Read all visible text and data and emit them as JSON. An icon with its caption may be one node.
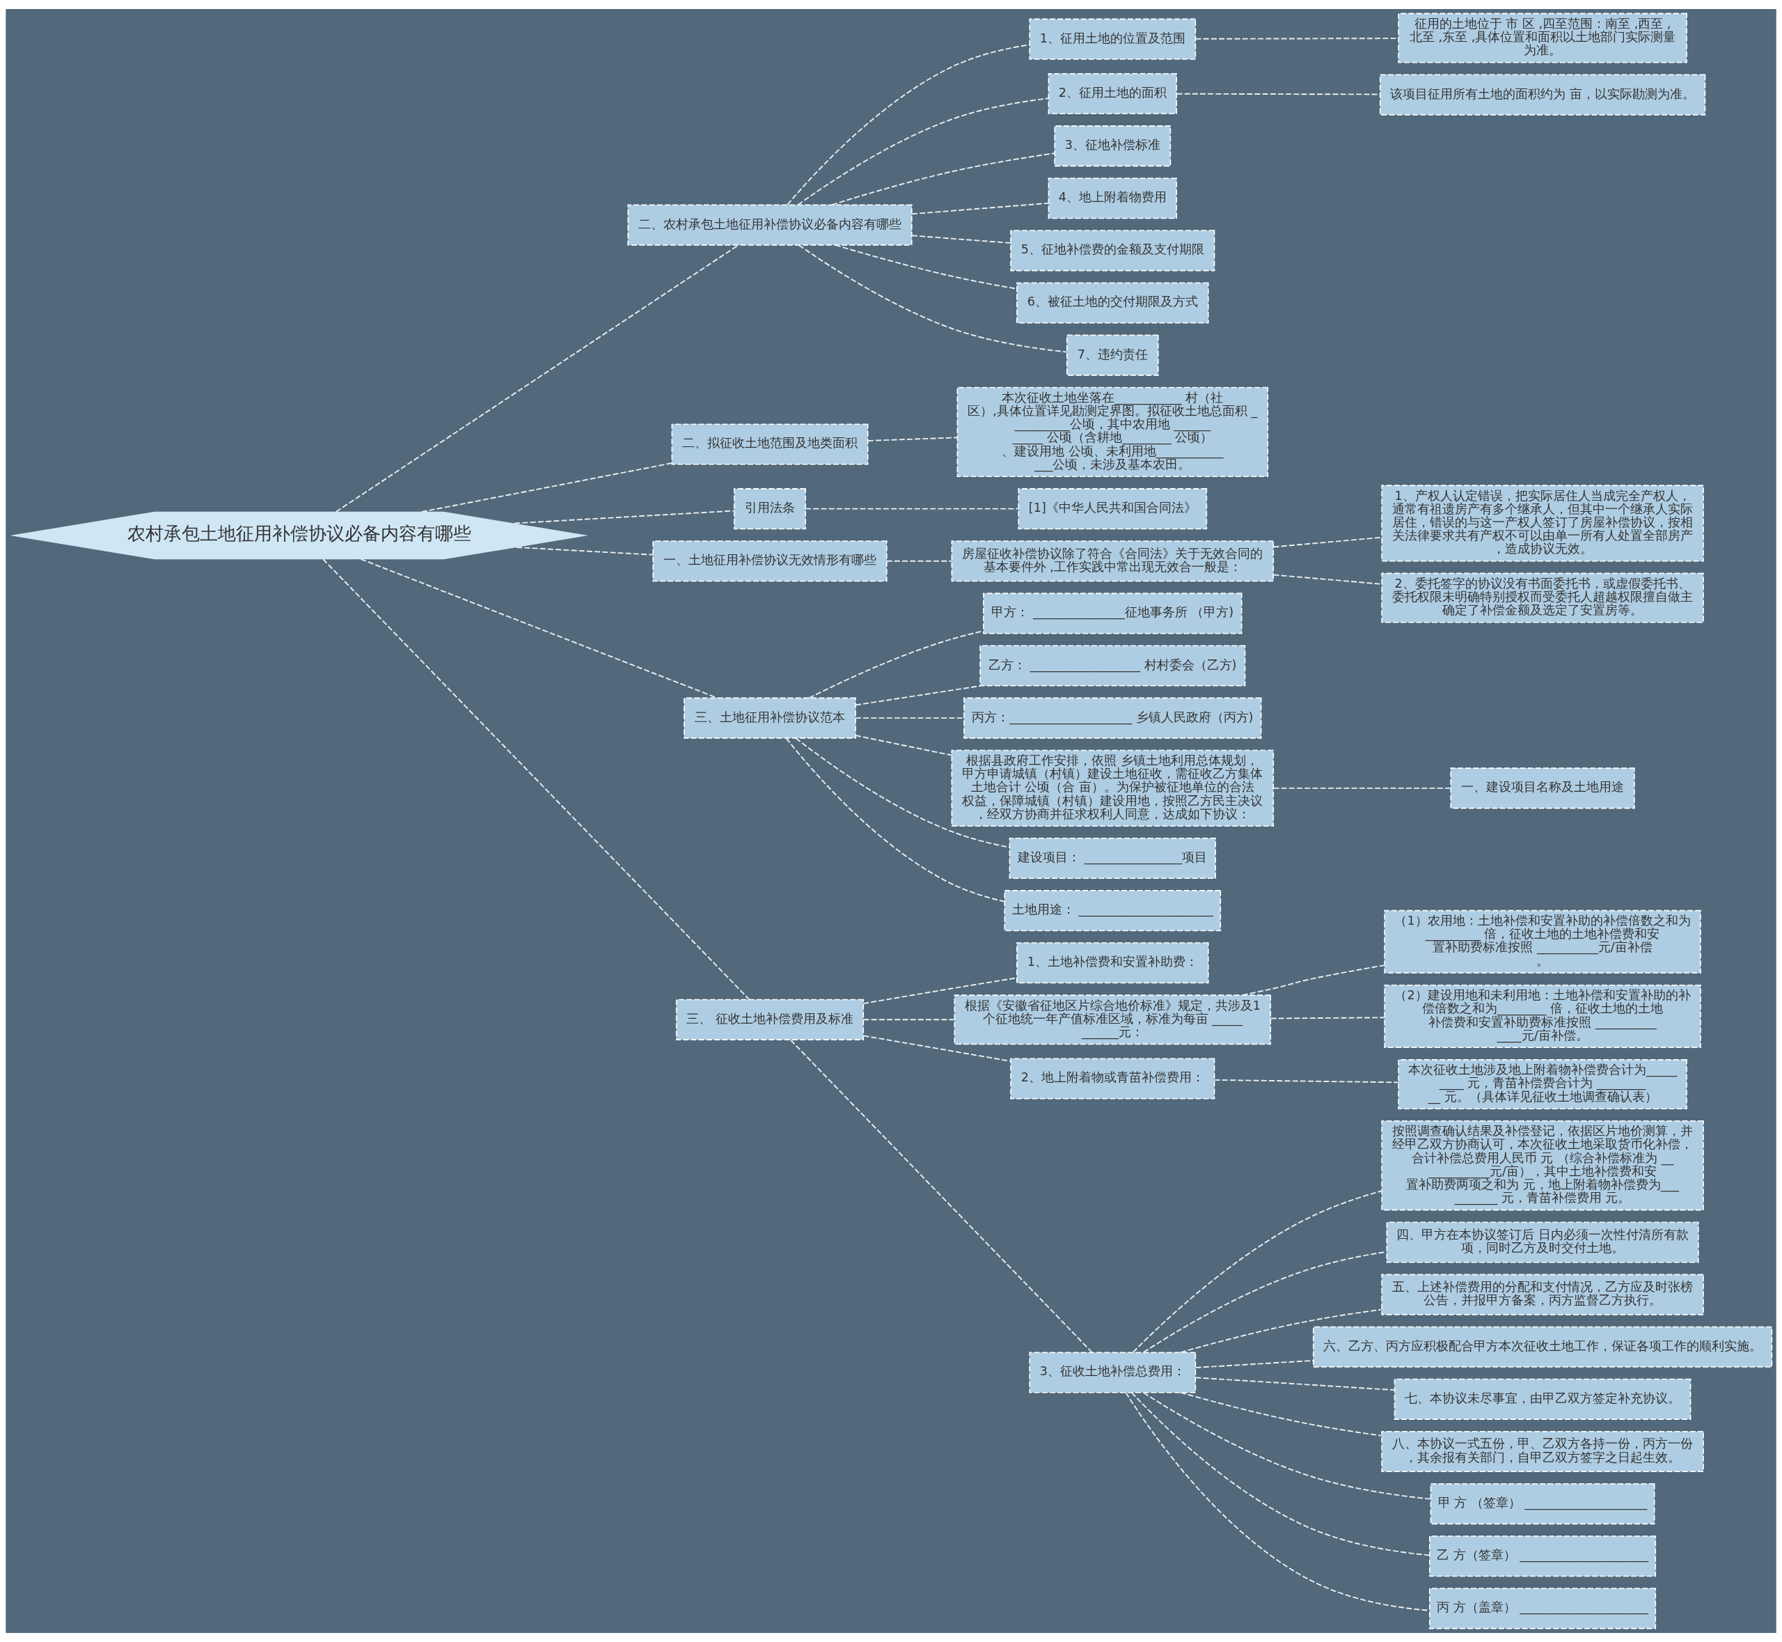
{
  "diagram": {
    "nodes": [
      {
        "text": [
          "农村承包土地征用补偿协议必备内容有哪些"
        ]
      },
      {
        "text": [
          "二、农村承包土地征用补偿协议必备内容有哪些"
        ]
      },
      {
        "text": [
          "1、征用土地的位置及范围"
        ]
      },
      {
        "text": [
          "征用的土地位于 市 区 ,四至范围：南至 ,西至 ,北至 ,东至 ,具体位置和面积以土地部门实际测量为准。"
        ]
      },
      {
        "text": [
          "2、征用土地的面积"
        ]
      },
      {
        "text": [
          "该项目征用所有土地的面积约为 亩，以实际勘测为准。"
        ]
      },
      {
        "text": [
          "3、征地补偿标准"
        ]
      },
      {
        "text": [
          "4、地上附着物费用"
        ]
      },
      {
        "text": [
          "5、征地补偿费的金额及支付期限"
        ]
      },
      {
        "text": [
          "6、被征土地的交付期限及方式"
        ]
      },
      {
        "text": [
          "7、违约责任"
        ]
      },
      {
        "text": [
          "二、拟征收土地范围及地类面积"
        ]
      },
      {
        "text": [
          "本次征收土地坐落在___________ 村（社区）,具体位置详见勘测定界图。拟征收土地总面积 __________公顷，其中农用地 ___________ 公顷（含耕地________ 公顷）、建设用地 公顷、未利用地______________公顷，未涉及基本农田。"
        ]
      },
      {
        "text": [
          "引用法条"
        ]
      },
      {
        "text": [
          "[1]《中华人民共和国合同法》"
        ]
      },
      {
        "text": [
          "一、土地征用补偿协议无效情形有哪些"
        ]
      },
      {
        "text": [
          "房屋征收补偿协议除了符合《合同法》关于无效合同的基本要件外 ,工作实践中常出现无效合一般是："
        ]
      },
      {
        "text": [
          "1、产权人认定错误，把实际居住人当成完全产权人，通常有祖遗房产有多个继承人，但其中一个继承人实际居住，错误的与这一产权人签订了房屋补偿协议，按相关法律要求共有产权不可以由单一所有人处置全部房产，造成协议无效。"
        ]
      },
      {
        "text": [
          "2、委托签字的协议没有书面委托书，或虚假委托书、委托权限未明确特别授权而受委托人超越权限擅自做主确定了补偿金额及选定了安置房等。"
        ]
      },
      {
        "text": [
          "三、土地征用补偿协议范本"
        ]
      },
      {
        "text": [
          "甲方： _______________征地事务所 （甲方)"
        ]
      },
      {
        "text": [
          "乙方： __________________ 村村委会（乙方)"
        ]
      },
      {
        "text": [
          "丙方：____________________ 乡镇人民政府（丙方)"
        ]
      },
      {
        "text": [
          "根据县政府工作安排，依照 乡镇土地利用总体规划，甲方申请城镇（村镇）建设土地征收，需征收乙方集体土地合计 公顷（合 亩）。为保护被征地单位的合法权益，保障城镇（村镇）建设用地，按照乙方民主决议，经双方协商并征求权利人同意，达成如下协议："
        ]
      },
      {
        "text": [
          "一、建设项目名称及土地用途"
        ]
      },
      {
        "text": [
          "建设项目： ________________项目"
        ]
      },
      {
        "text": [
          "土地用途： ______________________"
        ]
      },
      {
        "text": [
          "三、 征收土地补偿费用及标准"
        ]
      },
      {
        "text": [
          "1、土地补偿费和安置补助费："
        ]
      },
      {
        "text": [
          "根据《安徽省征地区片综合地价标准》规定，共涉及1个征地统一年产值标准区域，标准为每亩 ___________元："
        ]
      },
      {
        "text": [
          "（1）农用地：土地补偿和安置补助的补偿倍数之和为_________ 倍，征收土地的土地补偿费和安置补助费标准按照 __________元/亩补偿。"
        ]
      },
      {
        "text": [
          "（2）建设用地和未利用地：土地补偿和安置补助的补偿倍数之和为________ 倍，征收土地的土地补偿费和安置补助费标准按照 ______________元/亩补偿。"
        ]
      },
      {
        "text": [
          "2、地上附着物或青苗补偿费用："
        ]
      },
      {
        "text": [
          "本次征收土地涉及地上附着物补偿费合计为_________ 元，青苗补偿费合计为 __________ 元。（具体详见征收土地调查确认表）"
        ]
      },
      {
        "text": [
          "3、征收土地补偿总费用："
        ]
      },
      {
        "text": [
          "按照调查确认结果及补偿登记，依据区片地价测算，并经甲乙双方协商认可，本次征收土地采取货币化补偿，合计补偿总费用人民币 元 （综合补偿标准为 ____________元/亩），其中土地补偿费和安置补助费两项之和为 元，地上附着物补偿费为__________ 元，青苗补偿费用 元。"
        ]
      },
      {
        "text": [
          "四、甲方在本协议签订后 日内必须一次性付清所有款项，同时乙方及时交付土地。"
        ]
      },
      {
        "text": [
          "五、上述补偿费用的分配和支付情况，乙方应及时张榜公告，并报甲方备案，丙方监督乙方执行。"
        ]
      },
      {
        "text": [
          "六、乙方、丙方应积极配合甲方本次征收土地工作，保证各项工作的顺利实施。"
        ]
      },
      {
        "text": [
          "七、本协议未尽事宜，由甲乙双方签定补充协议。"
        ]
      },
      {
        "text": [
          "八、本协议一式五份，甲、乙双方各持一份，丙方一份，其余报有关部门，自甲乙双方签字之日起生效。"
        ]
      },
      {
        "text": [
          "甲 方 （签章） ____________________"
        ]
      },
      {
        "text": [
          "乙 方（签章） _____________________"
        ]
      },
      {
        "text": [
          "丙 方（盖章） _____________________"
        ]
      }
    ],
    "edges": [
      {
        "from": 0,
        "to": 1,
        "arrow": "none"
      },
      {
        "from": 1,
        "to": 2,
        "arrow": "none"
      },
      {
        "from": 2,
        "to": 3,
        "arrow": "none"
      },
      {
        "from": 1,
        "to": 4,
        "arrow": "none"
      },
      {
        "from": 4,
        "to": 5,
        "arrow": "none"
      },
      {
        "from": 1,
        "to": 6,
        "arrow": "none"
      },
      {
        "from": 1,
        "to": 7,
        "arrow": "none"
      },
      {
        "from": 1,
        "to": 8,
        "arrow": "none"
      },
      {
        "from": 1,
        "to": 9,
        "arrow": "none"
      },
      {
        "from": 1,
        "to": 10,
        "arrow": "none"
      },
      {
        "from": 0,
        "to": 11,
        "arrow": "none"
      },
      {
        "from": 11,
        "to": 12,
        "arrow": "none"
      },
      {
        "from": 0,
        "to": 13,
        "arrow": "none"
      },
      {
        "from": 13,
        "to": 14,
        "arrow": "none"
      },
      {
        "from": 0,
        "to": 15,
        "arrow": "none"
      },
      {
        "from": 15,
        "to": 16,
        "arrow": "none"
      },
      {
        "from": 16,
        "to": 17,
        "arrow": "none"
      },
      {
        "from": 16,
        "to": 18,
        "arrow": "none"
      },
      {
        "from": 0,
        "to": 19,
        "arrow": "none"
      },
      {
        "from": 19,
        "to": 20,
        "arrow": "none"
      },
      {
        "from": 19,
        "to": 21,
        "arrow": "none"
      },
      {
        "from": 19,
        "to": 22,
        "arrow": "none"
      },
      {
        "from": 19,
        "to": 23,
        "arrow": "none"
      },
      {
        "from": 23,
        "to": 24,
        "arrow": "none"
      },
      {
        "from": 19,
        "to": 25,
        "arrow": "none"
      },
      {
        "from": 19,
        "to": 26,
        "arrow": "none"
      },
      {
        "from": 0,
        "to": 27,
        "arrow": "none"
      },
      {
        "from": 27,
        "to": 28,
        "arrow": "none"
      },
      {
        "from": 27,
        "to": 29,
        "arrow": "none"
      },
      {
        "from": 29,
        "to": 30,
        "arrow": "none"
      },
      {
        "from": 29,
        "to": 31,
        "arrow": "none"
      },
      {
        "from": 27,
        "to": 32,
        "arrow": "none"
      },
      {
        "from": 32,
        "to": 33,
        "arrow": "none"
      },
      {
        "from": 27,
        "to": 34,
        "arrow": "none"
      },
      {
        "from": 34,
        "to": 35,
        "arrow": "none"
      },
      {
        "from": 34,
        "to": 36,
        "arrow": "none"
      },
      {
        "from": 34,
        "to": 37,
        "arrow": "none"
      },
      {
        "from": 34,
        "to": 38,
        "arrow": "none"
      },
      {
        "from": 34,
        "to": 39,
        "arrow": "none"
      },
      {
        "from": 34,
        "to": 40,
        "arrow": "none"
      },
      {
        "from": 34,
        "to": 41,
        "arrow": "none"
      },
      {
        "from": 34,
        "to": 42,
        "arrow": "none"
      },
      {
        "from": 34,
        "to": 43,
        "arrow": "none"
      }
    ]
  }
}
